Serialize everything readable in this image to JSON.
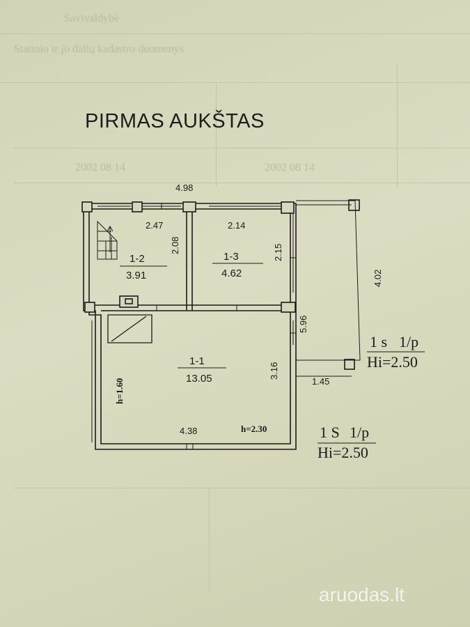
{
  "title": "PIRMAS AUKŠTAS",
  "background_text": {
    "t1": "Savivaldybė",
    "t2": "Statinio ir jo dalių kadastro duomenys",
    "t3": "2002 08 14",
    "t4": "2002 08 14"
  },
  "dimensions": {
    "overall_width": "4.98",
    "room_1_2_width": "2.47",
    "room_1_2_depth": "2.08",
    "room_1_3_width": "2.14",
    "room_1_3_depth": "2.15",
    "terrace_depth": "4.02",
    "total_depth": "5.96",
    "terrace_width": "1.45",
    "room_1_1_depth": "3.16",
    "bottom_width": "4.38",
    "height_left": "h=1.60",
    "height_right": "h=2.30"
  },
  "rooms": [
    {
      "code": "1-2",
      "area": "3.91"
    },
    {
      "code": "1-3",
      "area": "4.62"
    },
    {
      "code": "1-1",
      "area": "13.05"
    }
  ],
  "labels": {
    "terrace_1_main": "1 s",
    "terrace_1_frac": "1/p",
    "terrace_1_height": "Hi=2.50",
    "terrace_2_main": "1 S",
    "terrace_2_frac": "1/p",
    "terrace_2_height": "Hi=2.50"
  },
  "watermark": "aruodas.lt",
  "colors": {
    "paper": "#d6d7bc",
    "ink": "#1b1b1b"
  }
}
